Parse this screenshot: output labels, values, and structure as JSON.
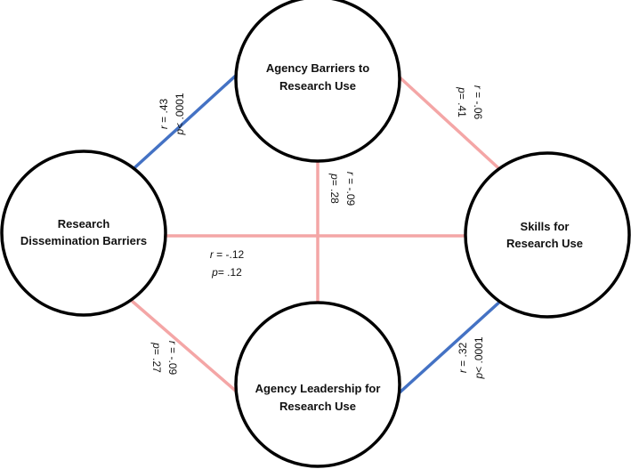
{
  "colors": {
    "positive": "#4472c4",
    "negative": "#f4a6a6",
    "node_stroke": "#000000",
    "node_fill": "#ffffff"
  },
  "nodes": {
    "agency_barriers": {
      "line1": "Agency Barriers to",
      "line2": "Research Use"
    },
    "dissemination_barriers": {
      "line1": "Research",
      "line2": "Dissemination Barriers"
    },
    "skills": {
      "line1": "Skills for",
      "line2": "Research Use"
    },
    "leadership": {
      "line1": "Agency Leadership for",
      "line2": "Research Use"
    }
  },
  "edges": {
    "dissemination_agency": {
      "r_label": "r",
      "r_value": " =  .43",
      "p_label": "p",
      "p_value": "< .0001",
      "sign": "positive"
    },
    "agency_skills": {
      "r_label": "r",
      "r_value": " =  -.06",
      "p_label": "p",
      "p_value": "= .41",
      "sign": "negative"
    },
    "agency_leadership": {
      "r_label": "r",
      "r_value": " =  -.09",
      "p_label": "p",
      "p_value": "= .28",
      "sign": "negative"
    },
    "dissemination_skills": {
      "r_label": "r",
      "r_value": " =  -.12",
      "p_label": "p",
      "p_value": "= .12",
      "sign": "negative"
    },
    "dissemination_leadership": {
      "r_label": "r",
      "r_value": " =  -.09",
      "p_label": "p",
      "p_value": "= .27",
      "sign": "negative"
    },
    "leadership_skills": {
      "r_label": "r",
      "r_value": " =  .32",
      "p_label": "p",
      "p_value": "< .0001",
      "sign": "positive"
    }
  }
}
